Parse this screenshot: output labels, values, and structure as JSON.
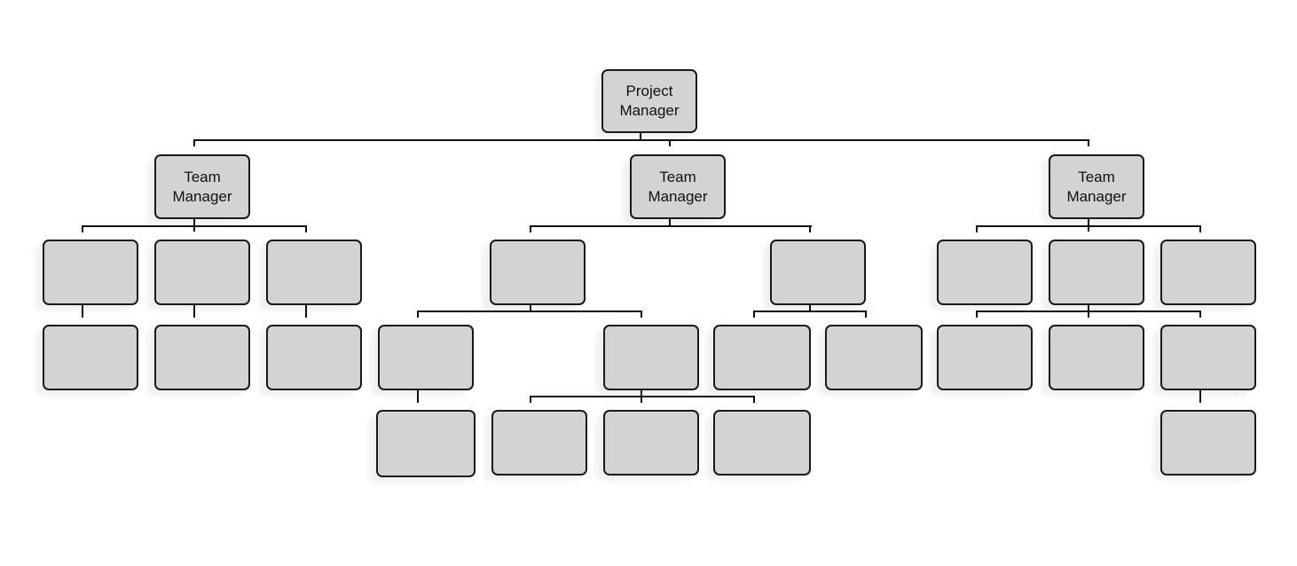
{
  "diagram": {
    "root": {
      "line1": "Project",
      "line2": "Manager"
    },
    "managers": [
      {
        "line1": "Team",
        "line2": "Manager"
      },
      {
        "line1": "Team",
        "line2": "Manager"
      },
      {
        "line1": "Team",
        "line2": "Manager"
      }
    ]
  },
  "colors": {
    "box_fill": "#d3d3d3",
    "box_border": "#1a1a1a",
    "connector": "#111111",
    "background": "#ffffff"
  }
}
